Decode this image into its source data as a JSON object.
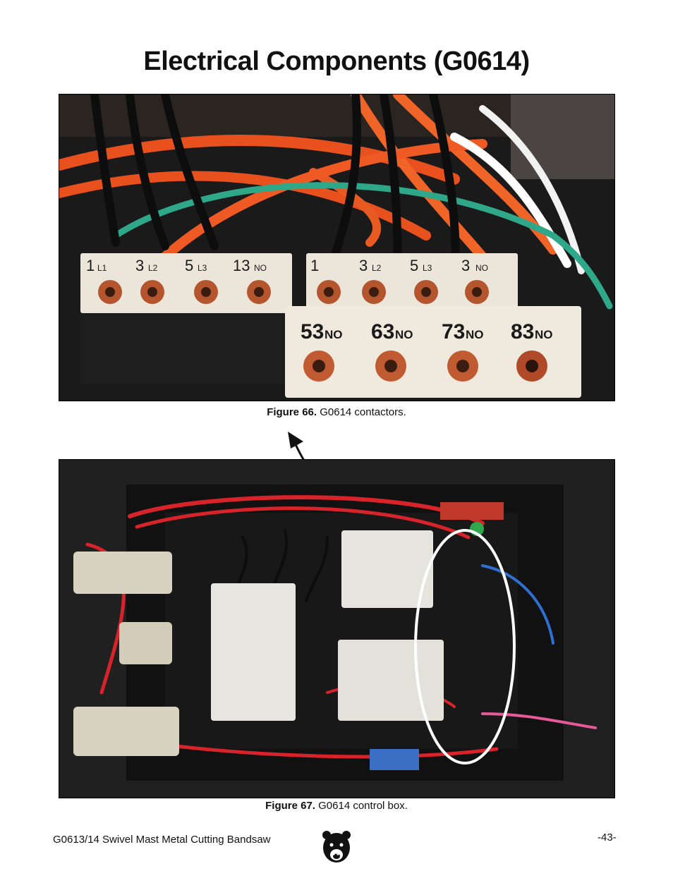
{
  "page": {
    "title": "Electrical Components (G0614)",
    "footer_left": "G0613/14 Swivel Mast Metal Cutting Bandsaw",
    "page_number": "-43-",
    "logo_icon": "grizzly-bear-icon"
  },
  "figures": [
    {
      "label": "Figure 66.",
      "caption": "G0614 contactors.",
      "terminal_labels_top": [
        "1",
        "L1",
        "3",
        "L2",
        "5",
        "L3",
        "13",
        "NO"
      ],
      "terminal_labels_top_right": [
        "1",
        "3",
        "L2",
        "5",
        "L3",
        "3",
        "NO"
      ],
      "terminal_labels_bottom": [
        "53",
        "NO",
        "63",
        "NO",
        "73",
        "NO",
        "83",
        "NO"
      ]
    },
    {
      "label": "Figure 67.",
      "caption": "G0614 control box.",
      "highlight_color": "#ffffff"
    }
  ]
}
